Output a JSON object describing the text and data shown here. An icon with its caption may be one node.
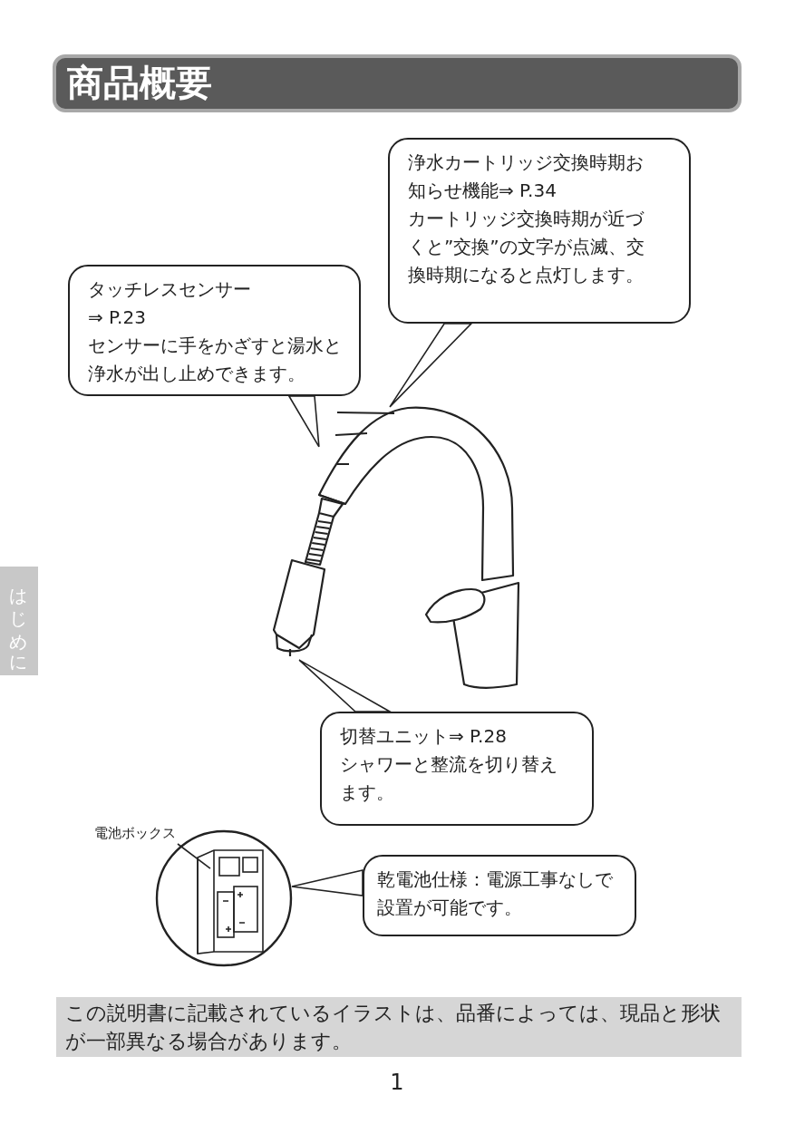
{
  "diagram": {
    "title": "商品概要",
    "nodes": [
      {
        "text": [
          "タッチレスセンサー",
          "⇒ P.23",
          "センサーに手をかざすと湯水と浄水が出し止めできます。"
        ]
      },
      {
        "text": [
          "浄水カートリッジ交換時期お知らせ機能⇒ P.34",
          "カートリッジ交換時期が近づくと”交換”の文字が点滅、交換時期になると点灯します。"
        ]
      },
      {
        "text": [
          "切替ユニット⇒ P.28",
          "シャワーと整流を切り替えます。"
        ]
      },
      {
        "text": [
          "乾電池仕様：電源工事なしで設置が可能です。"
        ]
      },
      {
        "text": [],
        "shape": "picture"
      },
      {
        "text": [],
        "shape": "picture"
      },
      {
        "text": [
          "電池ボックス"
        ]
      }
    ],
    "edges": [
      {
        "from": 0,
        "to": 4,
        "arrow": "to"
      },
      {
        "from": 1,
        "to": 4,
        "arrow": "to"
      },
      {
        "from": 2,
        "to": 4,
        "arrow": "to"
      },
      {
        "from": 3,
        "to": 5,
        "arrow": "to"
      },
      {
        "from": 6,
        "to": 5,
        "arrow": "none"
      }
    ],
    "labels": [
      "はじめに",
      "この説明書に記載されているイラストは、品番によっては、現品と形状が一部異なる場合があります。",
      "1"
    ]
  }
}
